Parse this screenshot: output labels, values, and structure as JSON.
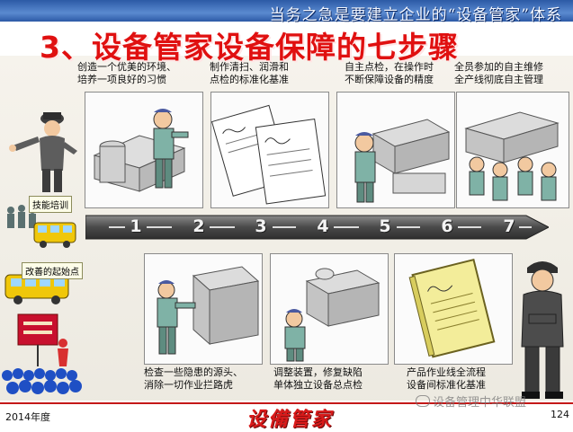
{
  "header": {
    "banner_text": "当务之急是要建立企业的“设备管家”体系",
    "title": "3、设备管家设备保障的七步骤"
  },
  "steps_top": [
    {
      "line1": "创造一个优美的环境、",
      "line2": "培养一项良好的习惯"
    },
    {
      "line1": "制作清扫、润滑和",
      "line2": "点检的标准化基准"
    },
    {
      "line1": "自主点检，在操作时",
      "line2": "不断保障设备的精度"
    },
    {
      "line1": "全员参加的自主维修",
      "line2": "全产线彻底自主管理"
    }
  ],
  "steps_bottom": [
    {
      "line1": "检查一些隐患的源头、",
      "line2": "消除一切作业拦路虎"
    },
    {
      "line1": "调整装置，修复缺陷",
      "line2": "单体独立设备总点检"
    },
    {
      "line1": "产品作业线全流程",
      "line2": "设备间标准化基准"
    }
  ],
  "timeline": {
    "numbers": [
      "1",
      "2",
      "3",
      "4",
      "5",
      "6",
      "7"
    ]
  },
  "side_labels": {
    "training": "技能培训",
    "start": "改善的起始点"
  },
  "footer": {
    "year": "2014年度",
    "logo": "设備管家",
    "watermark": "设备管理中华联盟",
    "page": "124"
  },
  "colors": {
    "banner": "#2c5aa6",
    "title": "#e01010",
    "timeline": "#4e4e4e",
    "footer_accent": "#c41818"
  }
}
